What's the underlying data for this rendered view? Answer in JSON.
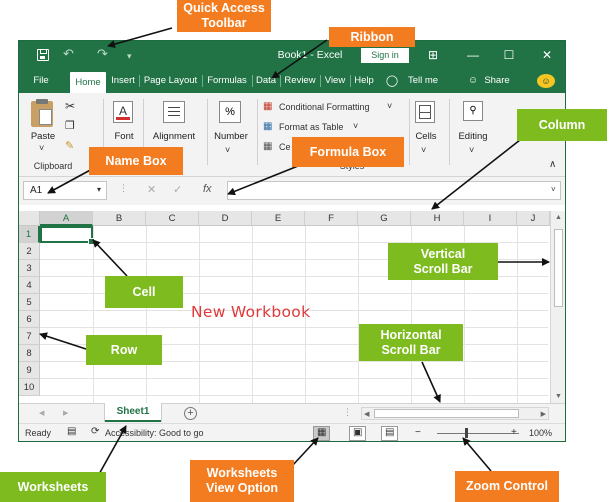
{
  "window": {
    "doc_title": "Book1 - Excel",
    "signin_label": "Sign in",
    "min_glyph": "—",
    "max_glyph": "☐",
    "close_glyph": "✕",
    "ribbon_display_glyph": "⊞",
    "qa_undo": "↶",
    "qa_redo": "↷",
    "qa_more": "▾"
  },
  "tabs": [
    {
      "label": "File",
      "active": false
    },
    {
      "label": "Home",
      "active": true
    },
    {
      "label": "Insert",
      "active": false
    },
    {
      "label": "Page Layout",
      "active": false
    },
    {
      "label": "Formulas",
      "active": false
    },
    {
      "label": "Data",
      "active": false
    },
    {
      "label": "Review",
      "active": false
    },
    {
      "label": "View",
      "active": false
    },
    {
      "label": "Help",
      "active": false
    }
  ],
  "tellme_label": "Tell me",
  "share_label": "Share",
  "ribbon": {
    "paste": "Paste",
    "clipboard_group": "Clipboard",
    "font": "Font",
    "alignment": "Alignment",
    "number": "Number",
    "conditional_formatting": "Conditional Formatting",
    "format_as_table": "Format as Table",
    "cell_styles": "Ce",
    "styles_group": "Styles",
    "cells": "Cells",
    "editing": "Editing",
    "collapse_glyph": "∧"
  },
  "formula_bar": {
    "name_box_value": "A1",
    "fx_label": "fx",
    "cancel_glyph": "✕",
    "enter_glyph": "✓",
    "formula_value": ""
  },
  "grid": {
    "columns": [
      "A",
      "B",
      "C",
      "D",
      "E",
      "F",
      "G",
      "H",
      "I",
      "J"
    ],
    "rows": [
      "1",
      "2",
      "3",
      "4",
      "5",
      "6",
      "7",
      "8",
      "9",
      "10"
    ],
    "active_cell": "A1",
    "watermark_text": "New Workbook"
  },
  "sheets": {
    "active": "Sheet1",
    "add_glyph": "+"
  },
  "status": {
    "ready": "Ready",
    "accessibility": "Accessibility: Good to go",
    "zoom_minus": "−",
    "zoom_plus": "+",
    "zoom_percent": "100%",
    "zoom_level": 1.0
  },
  "annotations": {
    "quick_access_toolbar": "Quick Access\nToolbar",
    "ribbon": "Ribbon",
    "column": "Column",
    "name_box": "Name Box",
    "formula_box": "Formula Box",
    "vertical_scroll_bar": "Vertical\nScroll Bar",
    "cell": "Cell",
    "row": "Row",
    "horizontal_scroll_bar": "Horizontal\nScroll Bar",
    "worksheets": "Worksheets",
    "worksheets_view_option": "Worksheets\nView Option",
    "zoom_control": "Zoom Control"
  },
  "colors": {
    "excel_green": "#217346",
    "callout_orange": "#f47c20",
    "callout_green": "#7dbb1f",
    "watermark_red": "#e03a3a"
  }
}
